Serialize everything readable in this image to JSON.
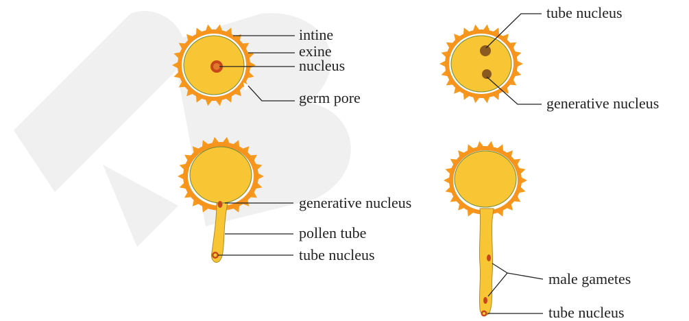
{
  "colors": {
    "exine": "#f7941d",
    "cytoplasm": "#f8c534",
    "nucleus": "#c8461b",
    "gamete": "#c8461b",
    "tube_nucleus": "#8a5a20",
    "watermark": "#d8d8d8"
  },
  "watermark": "DB",
  "labels": {
    "intine": "intine",
    "exine": "exine",
    "nucleus": "nucleus",
    "germ_pore": "germ pore",
    "tube_nucleus_b": "tube nucleus",
    "generative_nucleus_b": "generative nucleus",
    "generative_nucleus_c": "generative nucleus",
    "pollen_tube": "pollen tube",
    "tube_nucleus_c": "tube nucleus",
    "male_gametes": "male gametes",
    "tube_nucleus_d": "tube nucleus"
  }
}
